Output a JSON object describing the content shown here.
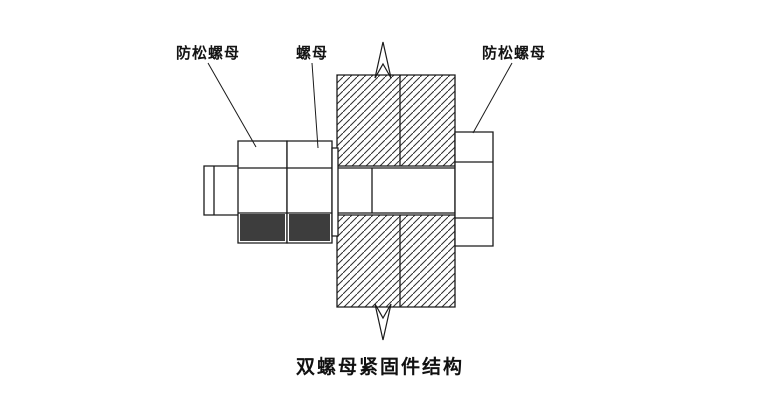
{
  "diagram": {
    "labels": {
      "left": "防松螺母",
      "middle": "螺母",
      "right": "防松螺母"
    },
    "caption": "双螺母紧固件结构"
  },
  "colors": {
    "line": "#1a1a1a",
    "hatch": "#2e2e2e",
    "dark_fill": "#3d3d3d",
    "background": "#ffffff"
  }
}
